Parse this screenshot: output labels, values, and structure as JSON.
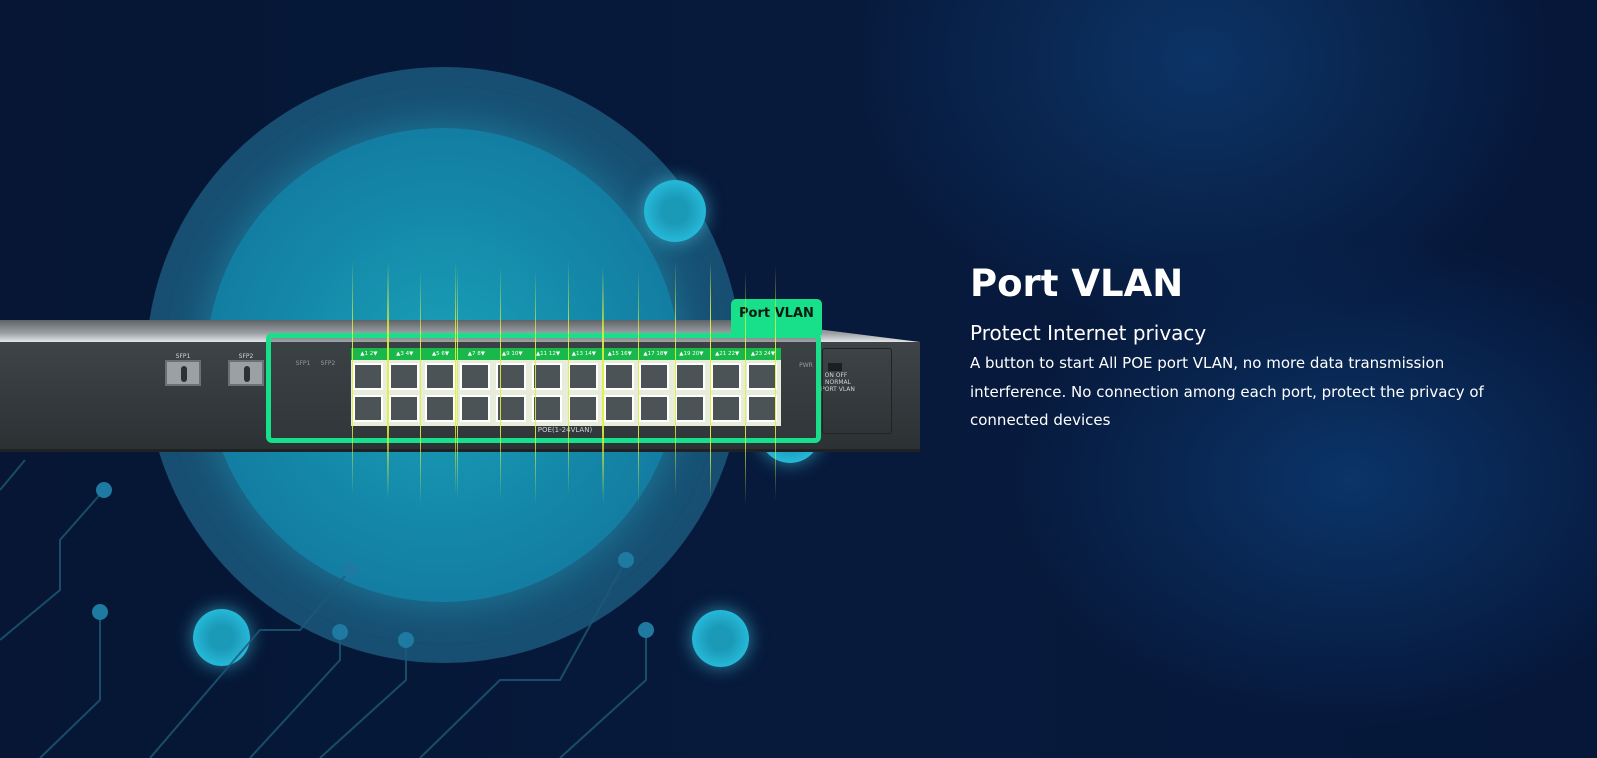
{
  "feature": {
    "title": "Port VLAN",
    "subtitle": "Protect Internet privacy",
    "description": "A button to start All POE port VLAN, no more data transmission interference. No connection among each port, protect the privacy of connected devices"
  },
  "device": {
    "tag": "Port VLAN",
    "sfp_ports": [
      "SFP1",
      "SFP2"
    ],
    "sfp_leds": [
      "SFP1",
      "SFP2"
    ],
    "port_pairs": [
      "▲1 2▼",
      "▲3 4▼",
      "▲5 6▼",
      "▲7 8▼",
      "▲9 10▼",
      "▲11 12▼",
      "▲13 14▼",
      "▲15 16▼",
      "▲17 18▼",
      "▲19 20▼",
      "▲21 22▼",
      "▲23 24▼"
    ],
    "poe_label": "POE(1-24VLAN)",
    "pwr_label": "PWR",
    "switch_labels": {
      "on_off": "ON  OFF",
      "normal": "NORMAL",
      "port_vlan": "PORT VLAN"
    }
  },
  "colors": {
    "accent": "#18e08a",
    "background": "#061634"
  }
}
